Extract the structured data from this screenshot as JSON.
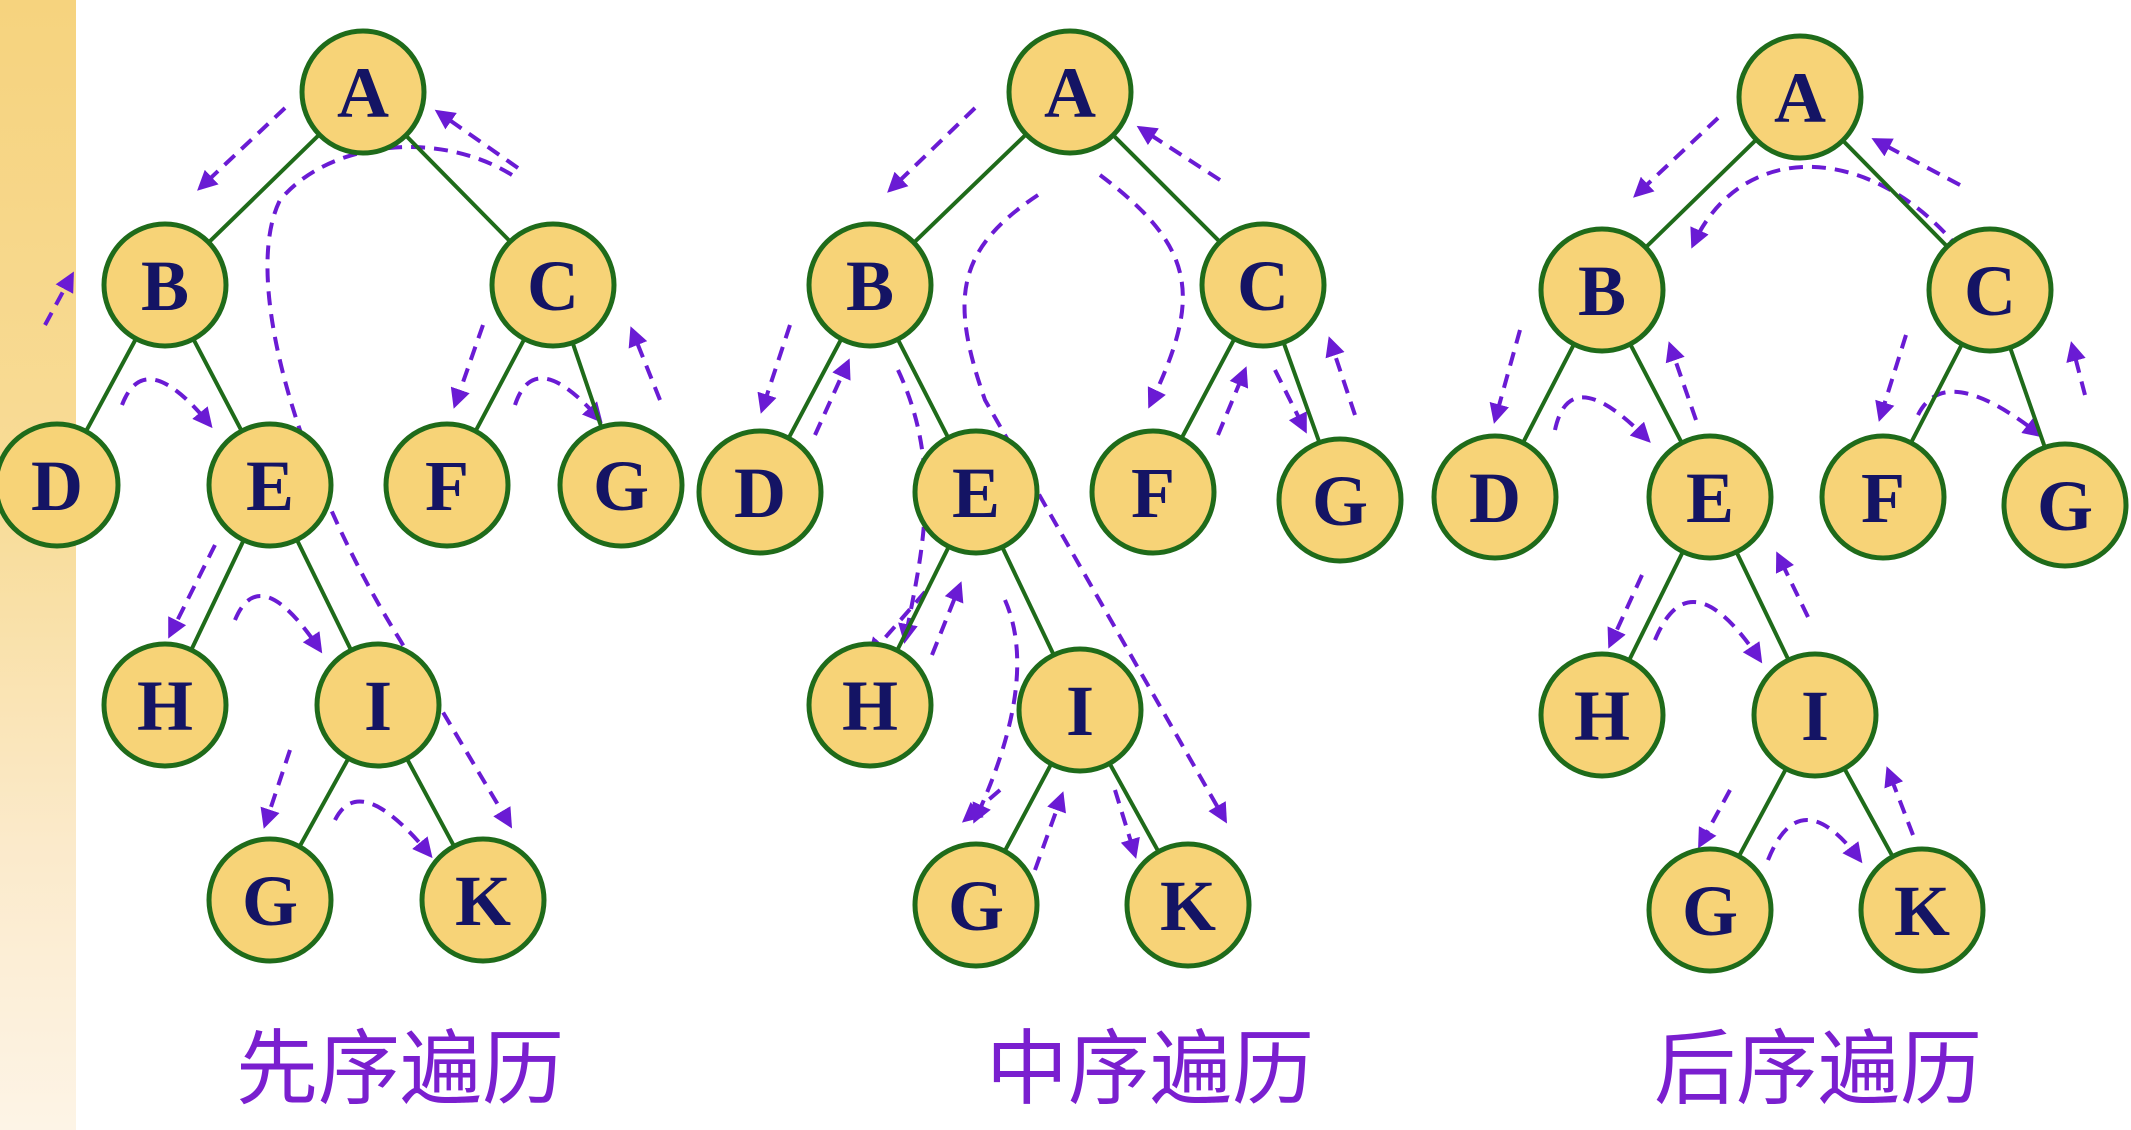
{
  "colors": {
    "node_fill": "#f7d377",
    "node_stroke": "#1f6b1a",
    "edge": "#1f6b1a",
    "label": "#141464",
    "arrow": "#6a1bd4",
    "caption": "#7a1fcf"
  },
  "trees": [
    {
      "caption": "先序遍历",
      "nodes": [
        {
          "id": "A",
          "label": "A"
        },
        {
          "id": "B",
          "label": "B"
        },
        {
          "id": "C",
          "label": "C"
        },
        {
          "id": "D",
          "label": "D"
        },
        {
          "id": "E",
          "label": "E"
        },
        {
          "id": "F",
          "label": "F"
        },
        {
          "id": "G1",
          "label": "G"
        },
        {
          "id": "H",
          "label": "H"
        },
        {
          "id": "I",
          "label": "I"
        },
        {
          "id": "G2",
          "label": "G"
        },
        {
          "id": "K",
          "label": "K"
        }
      ]
    },
    {
      "caption": "中序遍历",
      "nodes": [
        {
          "id": "A",
          "label": "A"
        },
        {
          "id": "B",
          "label": "B"
        },
        {
          "id": "C",
          "label": "C"
        },
        {
          "id": "D",
          "label": "D"
        },
        {
          "id": "E",
          "label": "E"
        },
        {
          "id": "F",
          "label": "F"
        },
        {
          "id": "G1",
          "label": "G"
        },
        {
          "id": "H",
          "label": "H"
        },
        {
          "id": "I",
          "label": "I"
        },
        {
          "id": "G2",
          "label": "G"
        },
        {
          "id": "K",
          "label": "K"
        }
      ]
    },
    {
      "caption": "后序遍历",
      "nodes": [
        {
          "id": "A",
          "label": "A"
        },
        {
          "id": "B",
          "label": "B"
        },
        {
          "id": "C",
          "label": "C"
        },
        {
          "id": "D",
          "label": "D"
        },
        {
          "id": "E",
          "label": "E"
        },
        {
          "id": "F",
          "label": "F"
        },
        {
          "id": "G1",
          "label": "G"
        },
        {
          "id": "H",
          "label": "H"
        },
        {
          "id": "I",
          "label": "I"
        },
        {
          "id": "G2",
          "label": "G"
        },
        {
          "id": "K",
          "label": "K"
        }
      ]
    }
  ],
  "edges": [
    [
      "A",
      "B"
    ],
    [
      "A",
      "C"
    ],
    [
      "B",
      "D"
    ],
    [
      "B",
      "E"
    ],
    [
      "C",
      "F"
    ],
    [
      "C",
      "G1"
    ],
    [
      "E",
      "H"
    ],
    [
      "E",
      "I"
    ],
    [
      "I",
      "G2"
    ],
    [
      "I",
      "K"
    ]
  ]
}
